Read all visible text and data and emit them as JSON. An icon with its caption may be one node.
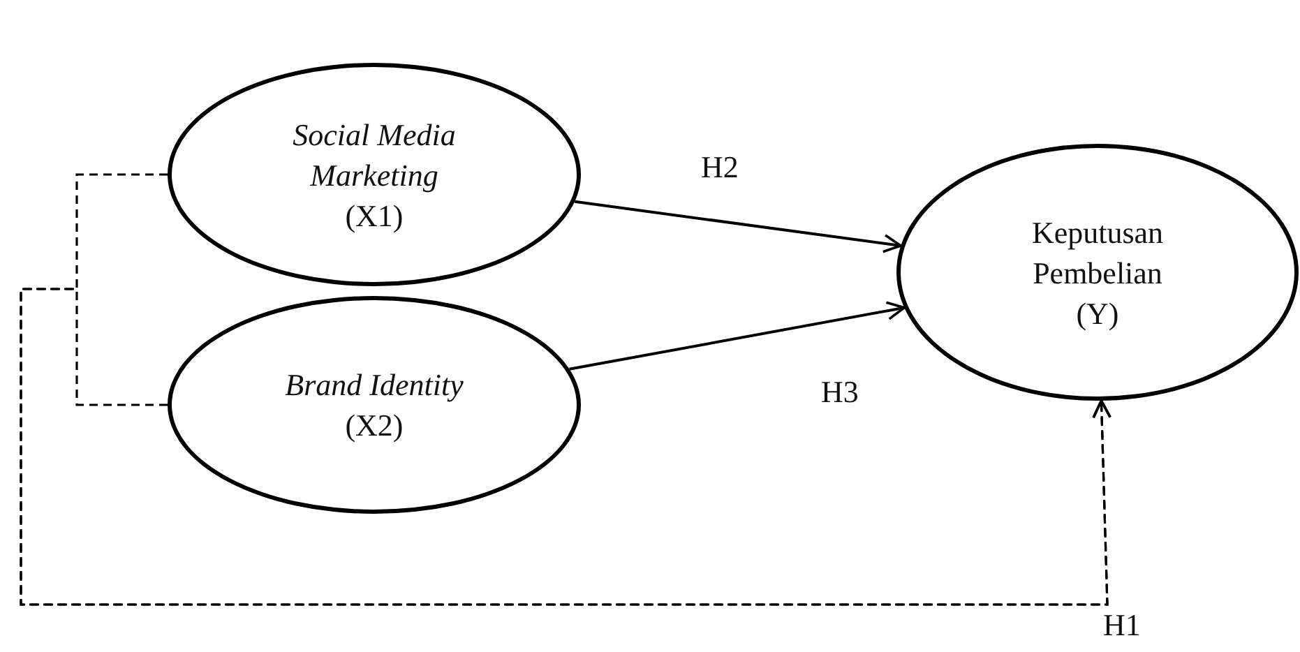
{
  "diagram": {
    "nodes": [
      {
        "text": [
          "Social Media Marketing",
          "(X1)"
        ]
      },
      {
        "text": [
          "Brand Identity",
          "(X2)"
        ]
      },
      {
        "text": [
          "Keputusan Pembelian",
          "(Y)"
        ]
      }
    ],
    "edges": [
      {
        "from": 0,
        "to": 2,
        "arrow": "to",
        "label": "H2"
      },
      {
        "from": 1,
        "to": 2,
        "arrow": "to",
        "label": "H3"
      },
      {
        "from": 0,
        "to": 2,
        "arrow": "to",
        "style": "dashed",
        "label": "H1"
      },
      {
        "from": 1,
        "to": 2,
        "arrow": "to",
        "style": "dashed"
      }
    ]
  }
}
